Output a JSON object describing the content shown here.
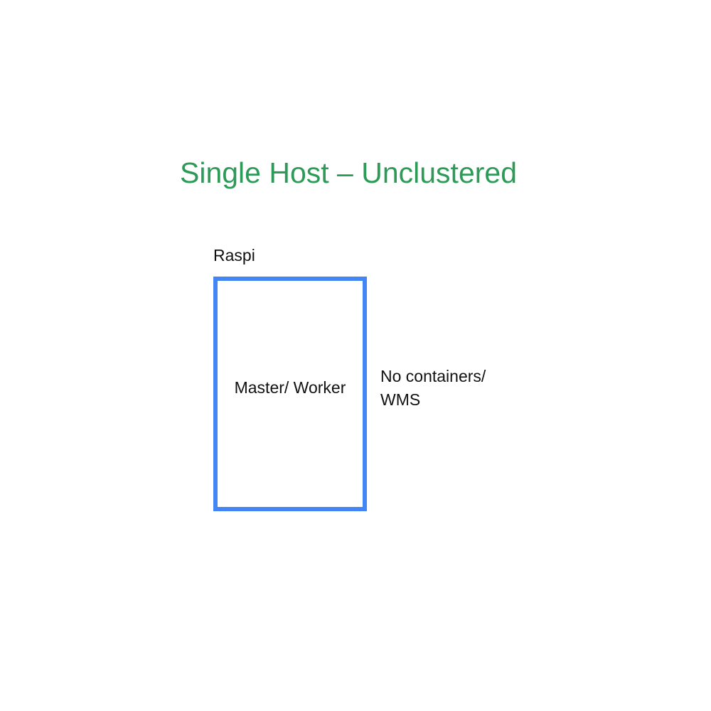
{
  "diagram": {
    "title": "Single Host – Unclustered",
    "host": {
      "label": "Raspi",
      "role": "Master/ Worker",
      "border_color": "#4285f4"
    },
    "note": {
      "line1": "No containers/",
      "line2": "WMS"
    },
    "colors": {
      "title": "#2e9a57",
      "text": "#111111",
      "background": "#ffffff"
    }
  }
}
